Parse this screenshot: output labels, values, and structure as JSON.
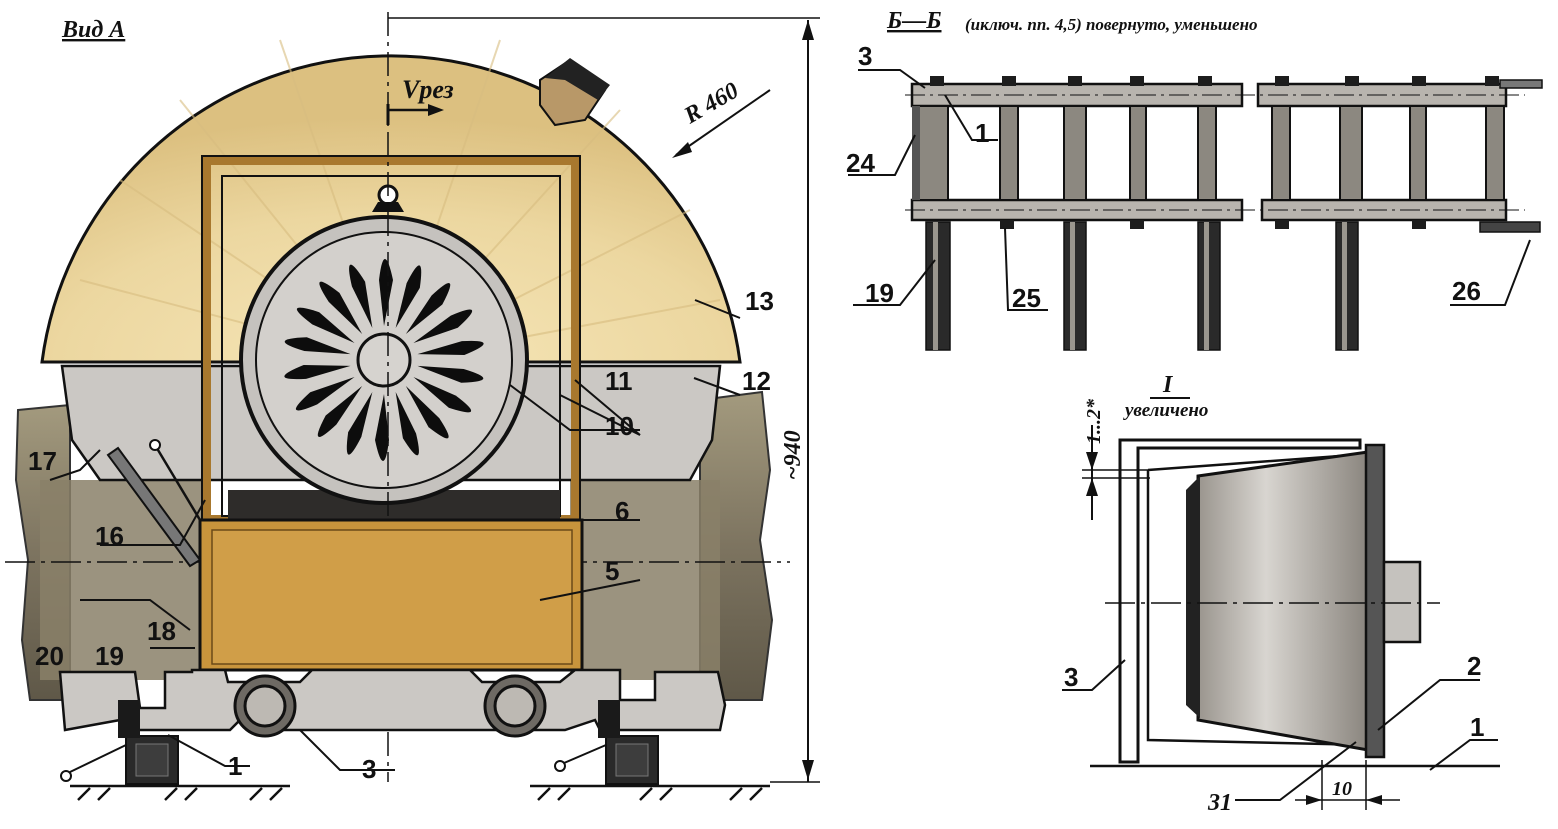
{
  "view_a": {
    "title": "Вид А",
    "velocity": "Vрез",
    "radius": "R 460",
    "height": "~940",
    "labels": {
      "n1": "1",
      "n3": "3",
      "n5": "5",
      "n6": "6",
      "n10": "10",
      "n11": "11",
      "n12": "12",
      "n13": "13",
      "n16": "16",
      "n17": "17",
      "n18": "18",
      "n19": "19",
      "n20": "20"
    }
  },
  "section_bb": {
    "title": "Б—Б",
    "note": "(иключ. пп. 4,5) повернуто, уменьшено",
    "labels": {
      "n1": "1",
      "n3": "3",
      "n19": "19",
      "n24": "24",
      "n25": "25",
      "n26": "26"
    }
  },
  "detail_i": {
    "title": "I",
    "subtitle": "увеличено",
    "gap": "1...2*",
    "width": "10",
    "labels": {
      "n1": "1",
      "n2": "2",
      "n3": "3",
      "n31": "31"
    }
  },
  "colors": {
    "wood": "#e9d49c",
    "wood_dark": "#c9a55c",
    "frame": "#a8782e",
    "box": "#c8943c",
    "grey": "#c9c6c2",
    "log": "#8f8468",
    "ink": "#111111"
  }
}
